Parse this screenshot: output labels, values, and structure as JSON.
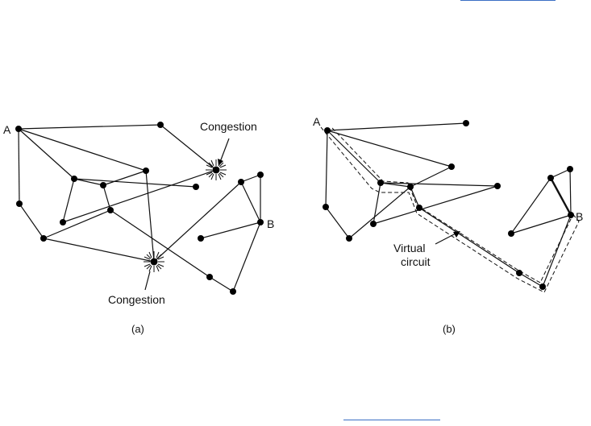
{
  "diagram_a": {
    "router_a_label": "A",
    "router_b_label": "B",
    "congestion_label_top": "Congestion",
    "congestion_label_bottom": "Congestion",
    "caption": "(a)"
  },
  "diagram_b": {
    "router_a_label": "A",
    "router_b_label": "B",
    "virtual_circuit_label_line1": "Virtual",
    "virtual_circuit_label_line2": "circuit",
    "caption": "(b)"
  },
  "colors": {
    "ink": "#111111",
    "link": "#3a6fc4"
  }
}
